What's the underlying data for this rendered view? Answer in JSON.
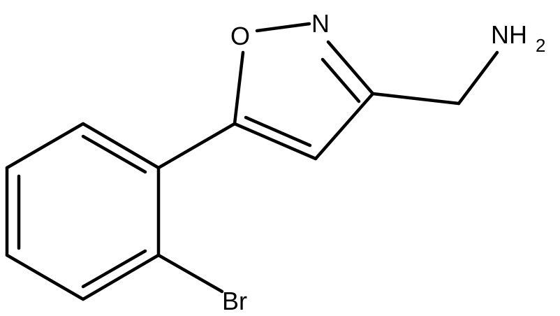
{
  "atoms": {
    "oxygen": "O",
    "nitrogen": "N",
    "amine": "NH",
    "amine_subscript": "2",
    "bromine": "Br"
  },
  "colors": {
    "bond": "#000000",
    "background": "#ffffff"
  }
}
